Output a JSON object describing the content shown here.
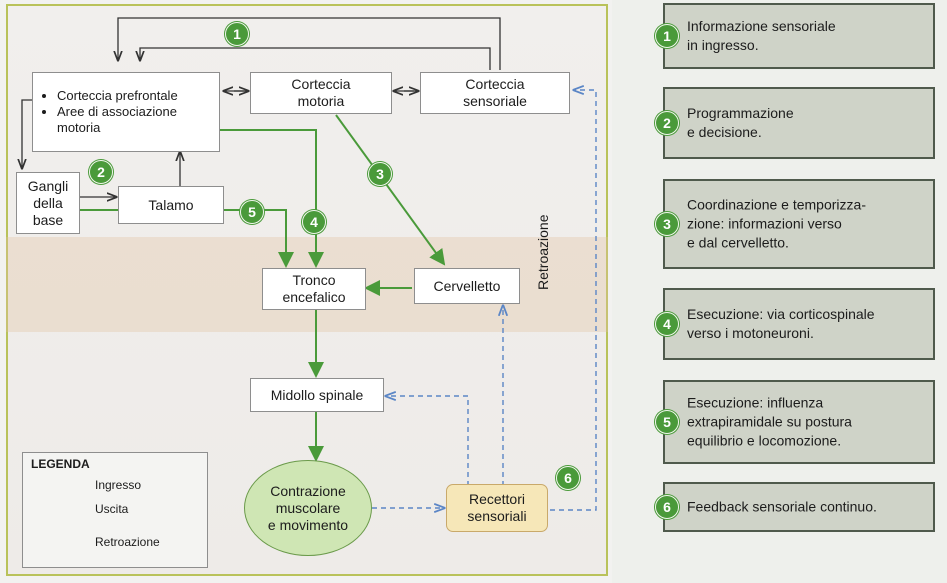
{
  "nodes": {
    "prefrontal_1": "Corteccia prefrontale",
    "prefrontal_2": "Aree di associazione\nmotoria",
    "motor_cortex": "Corteccia\nmotoria",
    "sensory_cortex": "Corteccia\nsensoriale",
    "basal_ganglia": "Gangli\ndella\nbase",
    "thalamus": "Talamo",
    "brainstem": "Tronco\nencefalico",
    "cerebellum": "Cervelletto",
    "spinal_cord": "Midollo spinale",
    "contraction": "Contrazione\nmuscolare\ne movimento",
    "receptors": "Recettori\nsensoriali",
    "feedback_label": "Retroazione"
  },
  "step_markers": [
    "1",
    "2",
    "3",
    "4",
    "5",
    "6"
  ],
  "steps": [
    {
      "num": "1",
      "text": "Informazione sensoriale\nin ingresso."
    },
    {
      "num": "2",
      "text": "Programmazione\ne decisione."
    },
    {
      "num": "3",
      "text": "Coordinazione e temporizza-\nzione: informazioni verso\ne dal cervelletto."
    },
    {
      "num": "4",
      "text": "Esecuzione: via corticospinale\nverso i motoneuroni."
    },
    {
      "num": "5",
      "text": "Esecuzione: influenza\nextrapiramidale su postura\nequilibrio e locomozione."
    },
    {
      "num": "6",
      "text": "Feedback sensoriale continuo."
    }
  ],
  "legend": {
    "title": "LEGENDA",
    "input": "Ingresso",
    "output": "Uscita",
    "feedback": "Retroazione"
  },
  "colors": {
    "output_arrow": "#4a9a3a",
    "input_arrow": "#333333",
    "feedback_arrow": "#5b86c6",
    "number_badge": "#4a9a3a",
    "contraction_fill": "#cfe6b4",
    "receptor_fill": "#f6e7b8"
  }
}
